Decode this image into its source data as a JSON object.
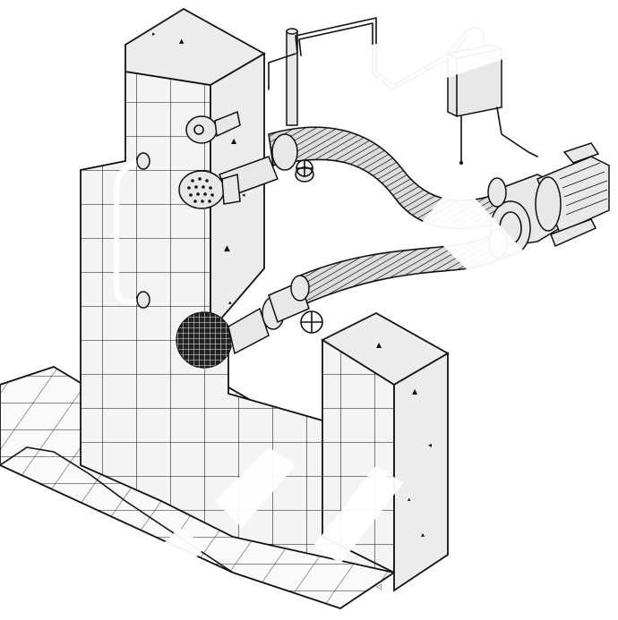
{
  "diagram": {
    "description_visible_text": [],
    "components": [
      "pool-wall",
      "pool-floor",
      "grab-rail",
      "wall-nozzle",
      "suction-grille",
      "massage-nozzle",
      "air-valve",
      "control-box",
      "pump-motor",
      "supply-hose",
      "return-hose",
      "shutoff-valve-upper",
      "shutoff-valve-lower",
      "concrete-block"
    ],
    "colors": {
      "line": "#111111",
      "background": "#ffffff",
      "watermark": "#000000"
    }
  }
}
